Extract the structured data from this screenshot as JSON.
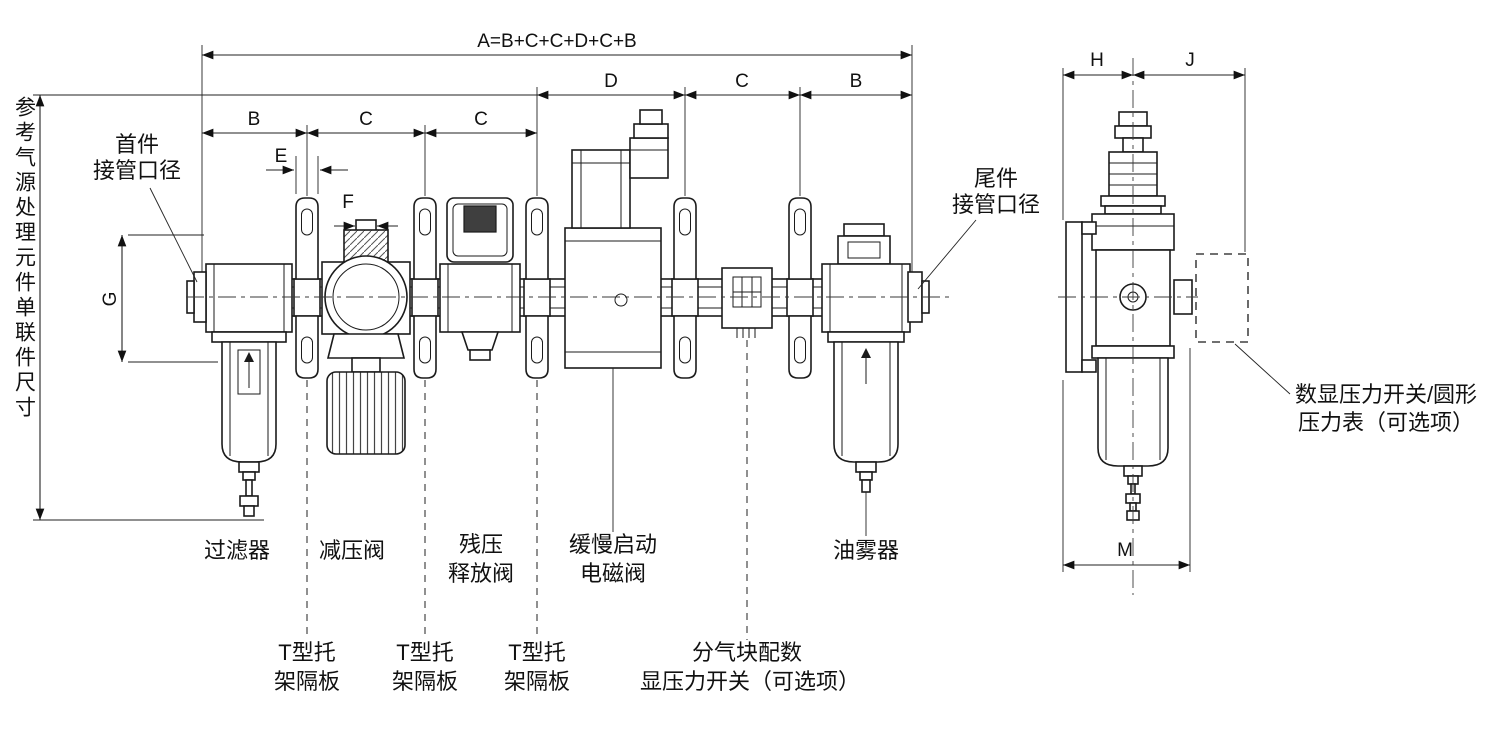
{
  "page": {
    "background": "#ffffff",
    "line_color": "#1b1b1b"
  },
  "left_note": "参考气源处理元件单联件尺寸",
  "dims": {
    "a": "A=B+C+C+D+C+B",
    "b": "B",
    "c": "C",
    "d": "D",
    "e": "E",
    "f": "F",
    "g": "G",
    "h": "H",
    "j": "J",
    "m": "M"
  },
  "callouts": {
    "first_port": {
      "line1": "首件",
      "line2": "接管口径"
    },
    "last_port": {
      "line1": "尾件",
      "line2": "接管口径"
    },
    "gauge_option": {
      "line1": "数显压力开关/圆形",
      "line2": "压力表（可选项）"
    }
  },
  "component_labels": {
    "filter": "过滤器",
    "regulator": "减压阀",
    "release_line1": "残压",
    "release_line2": "释放阀",
    "slow_start_line1": "缓慢启动",
    "slow_start_line2": "电磁阀",
    "lubricator": "油雾器"
  },
  "bottom_callouts": {
    "t_brackets": [
      {
        "line1": "T型托",
        "line2": "架隔板"
      },
      {
        "line1": "T型托",
        "line2": "架隔板"
      },
      {
        "line1": "T型托",
        "line2": "架隔板"
      }
    ],
    "manifold_block": {
      "line1": "分气块配数",
      "line2": "显压力开关（可选项）"
    }
  }
}
